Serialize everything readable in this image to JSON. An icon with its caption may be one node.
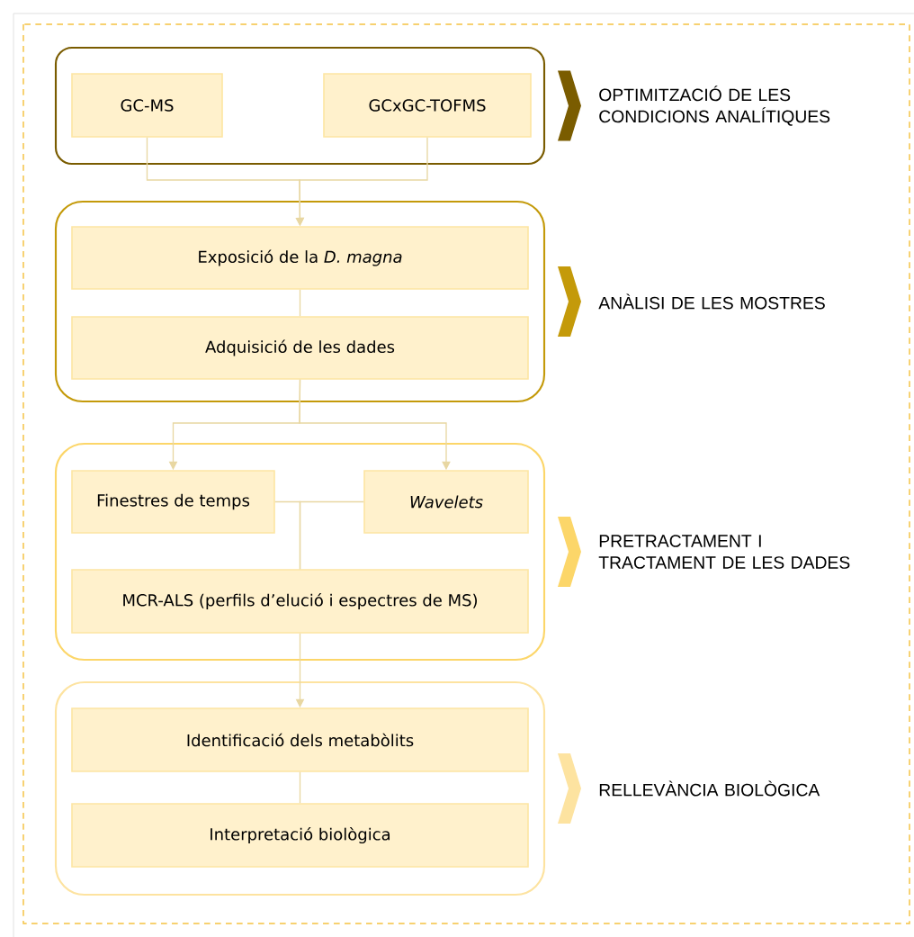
{
  "diagram": {
    "nodes": [
      {
        "text": [],
        "shape": "box",
        "beside": [
          "OPTIMITZACIÓ DE LES CONDICIONS ANALÍTIQUES"
        ]
      },
      {
        "text": [
          "GC-MS"
        ],
        "in": 0
      },
      {
        "text": [
          "GCxGC-TOFMS"
        ],
        "in": 0
      },
      {
        "text": [],
        "shape": "box",
        "beside": [
          "ANÀLISI DE LES MOSTRES"
        ]
      },
      {
        "text": [
          "Exposició de la *D. magna*"
        ],
        "in": 3
      },
      {
        "text": [
          "Adquisició de les dades"
        ],
        "in": 3
      },
      {
        "text": [],
        "shape": "box",
        "beside": [
          "PRETRACTAMENT I TRACTAMENT DE LES DADES"
        ]
      },
      {
        "text": [
          "Finestres de temps"
        ],
        "in": 6
      },
      {
        "text": [
          "Wavelets"
        ],
        "in": 6
      },
      {
        "text": [
          "MCR-ALS (perfils d’elució i espectres de MS)"
        ],
        "in": 6
      },
      {
        "text": [],
        "shape": "box",
        "beside": [
          "RELLEVÀNCIA BIOLÒGICA"
        ]
      },
      {
        "text": [
          "Identificació dels metabòlits"
        ],
        "in": 10
      },
      {
        "text": [
          "Interpretació biològica"
        ],
        "in": 10
      }
    ],
    "edges": [
      {
        "from": 1,
        "to": 4,
        "arrow": "to"
      },
      {
        "from": 2,
        "to": 4,
        "arrow": "to"
      },
      {
        "from": 4,
        "to": 5,
        "arrow": "none"
      },
      {
        "from": 5,
        "to": 7,
        "arrow": "to"
      },
      {
        "from": 5,
        "to": 8,
        "arrow": "to"
      },
      {
        "from": 7,
        "to": 9,
        "arrow": "none"
      },
      {
        "from": 8,
        "to": 9,
        "arrow": "none"
      },
      {
        "from": 9,
        "to": 11,
        "arrow": "to"
      },
      {
        "from": 11,
        "to": 12,
        "arrow": "none"
      }
    ]
  }
}
